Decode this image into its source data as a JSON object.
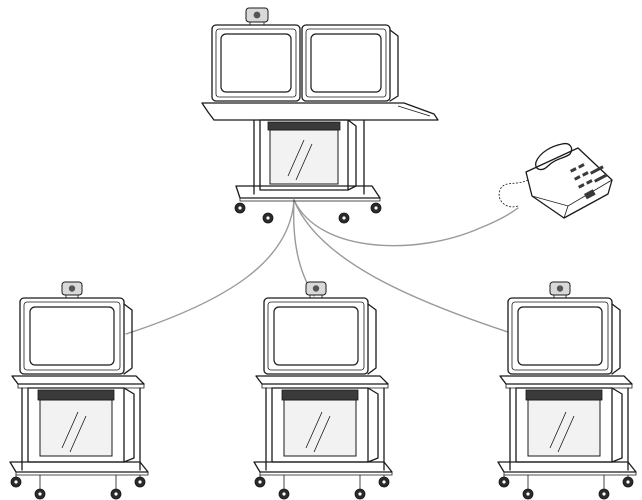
{
  "diagram": {
    "master_system": {
      "monitors": 2,
      "has_camera": true,
      "has_cart": true
    },
    "remote_endpoints": [
      {
        "monitors": 1,
        "has_camera": true,
        "has_cart": true
      },
      {
        "monitors": 1,
        "has_camera": true,
        "has_cart": true
      },
      {
        "monitors": 1,
        "has_camera": true,
        "has_cart": true
      }
    ],
    "telephone": {
      "icon": "desk-phone-icon",
      "connected_to": "master_system"
    },
    "connections": [
      "master_system-to-endpoint-left",
      "master_system-to-endpoint-center",
      "master_system-to-endpoint-right",
      "master_system-to-telephone"
    ],
    "colors": {
      "line": "#1a1a1a",
      "cable": "#9a9a9a",
      "background": "#ffffff"
    }
  }
}
